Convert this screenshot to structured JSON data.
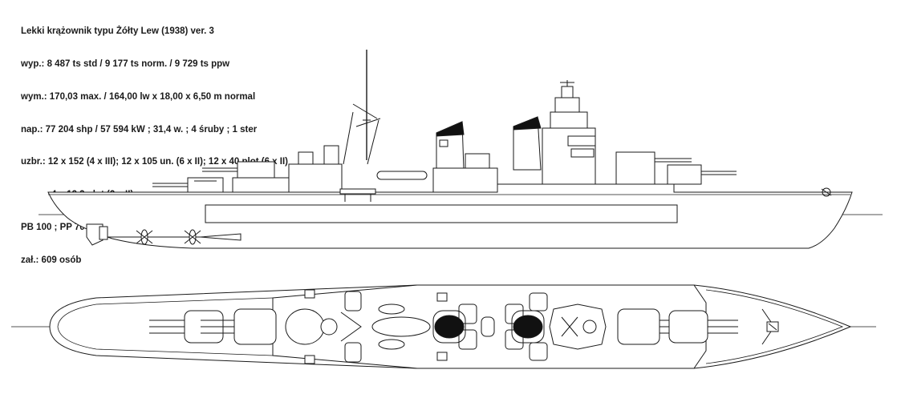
{
  "spec_lines": [
    "Lekki krążownik typu Żółty Lew (1938) ver. 3",
    "wyp.: 8 487 ts std / 9 177 ts norm. / 9 729 ts ppw",
    "wym.: 170,03 max. / 164,00 lw x 18,00 x 6,50 m normal",
    "nap.: 77 204 shp / 57 594 kW ; 31,4 w. ; 4 śruby ; 1 ster",
    "uzbr.: 12 x 152 (4 x III); 12 x 105 un. (6 x II); 12 x 40 plot (6 x II)",
    "4 x 13,2 plot (2 x II)",
    "PB 100 ; PP 70 ; PAG 100 ; CT 100",
    "zał.: 609 osób"
  ],
  "colors": {
    "line": "#1a1a1a",
    "background": "#ffffff",
    "funnel_cap": "#111111"
  }
}
